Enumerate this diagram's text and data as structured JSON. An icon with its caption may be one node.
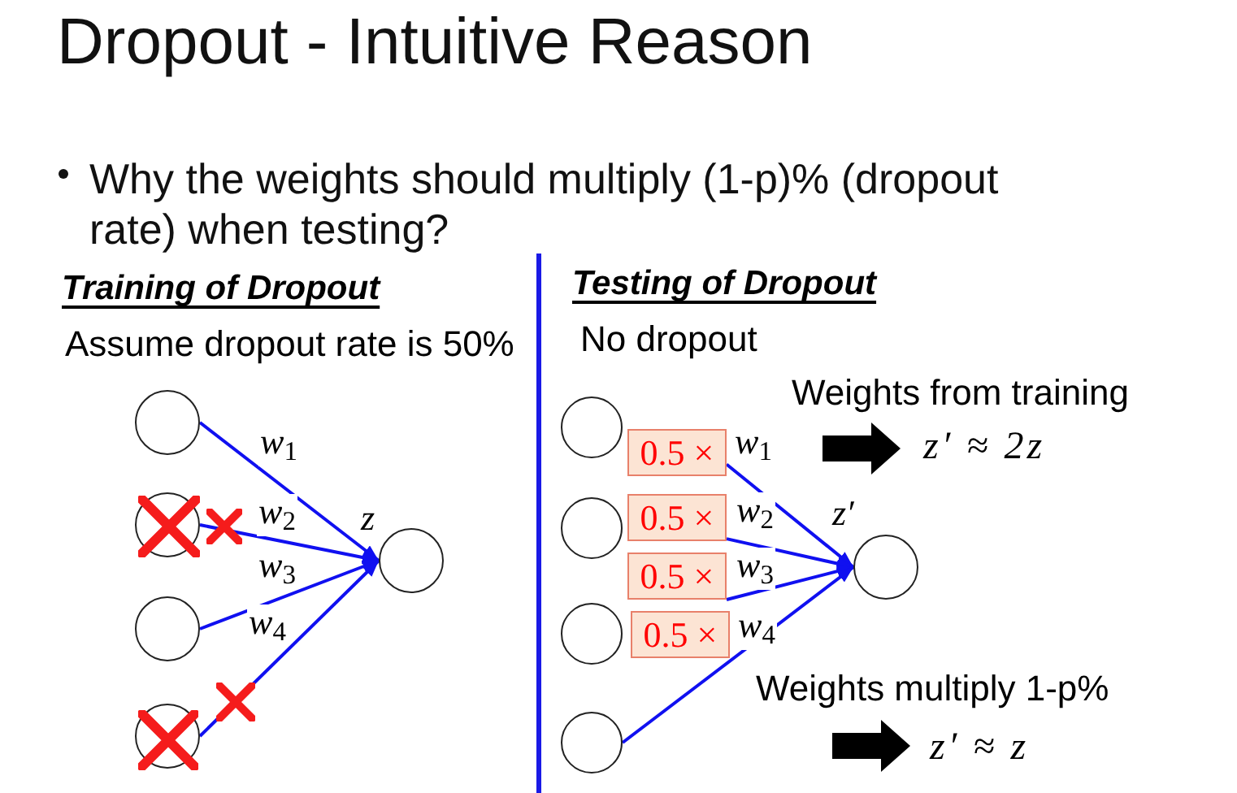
{
  "diagram": {
    "title": "Dropout - Intuitive Reason",
    "nodes": [
      {
        "text": [],
        "shape": "circle"
      },
      {
        "text": [],
        "shape": "circle"
      },
      {
        "text": [],
        "shape": "circle"
      },
      {
        "text": [],
        "shape": "circle"
      },
      {
        "text": [],
        "shape": "circle",
        "beside": [
          "z"
        ]
      },
      {
        "text": [],
        "shape": "circle"
      },
      {
        "text": [],
        "shape": "circle"
      },
      {
        "text": [],
        "shape": "circle"
      },
      {
        "text": [],
        "shape": "circle"
      },
      {
        "text": [],
        "shape": "circle",
        "beside": [
          "z′"
        ]
      },
      {
        "text": [
          "0.5 ×"
        ]
      },
      {
        "text": [
          "0.5 ×"
        ]
      },
      {
        "text": [
          "0.5 ×"
        ]
      },
      {
        "text": [
          "0.5 ×"
        ]
      }
    ],
    "edges": [
      {
        "from": 0,
        "to": 4,
        "arrow": "to",
        "label": "*w*$_{1}$"
      },
      {
        "from": 1,
        "to": 4,
        "arrow": "to",
        "label": "*w*$_{2}$"
      },
      {
        "from": 2,
        "to": 4,
        "arrow": "to",
        "label": "*w*$_{3}$"
      },
      {
        "from": 3,
        "to": 4,
        "arrow": "to",
        "label": "*w*$_{4}$"
      },
      {
        "from": 10,
        "to": 9,
        "arrow": "to",
        "label": "*w*$_{1}$"
      },
      {
        "from": 11,
        "to": 9,
        "arrow": "to",
        "label": "*w*$_{2}$"
      },
      {
        "from": 12,
        "to": 9,
        "arrow": "to",
        "label": "*w*$_{3}$"
      },
      {
        "from": 8,
        "to": 9,
        "arrow": "to",
        "label": "*w*$_{4}$"
      }
    ],
    "labels": [
      "Why the weights should multiply (1-p)% (dropout rate) when testing?",
      "Training of Dropout",
      "Assume dropout rate is 50%",
      "Testing of Dropout",
      "No dropout",
      "Weights from training",
      "z′ ≈ 2z",
      "Weights multiply 1-p%",
      "z′ ≈ z"
    ]
  }
}
